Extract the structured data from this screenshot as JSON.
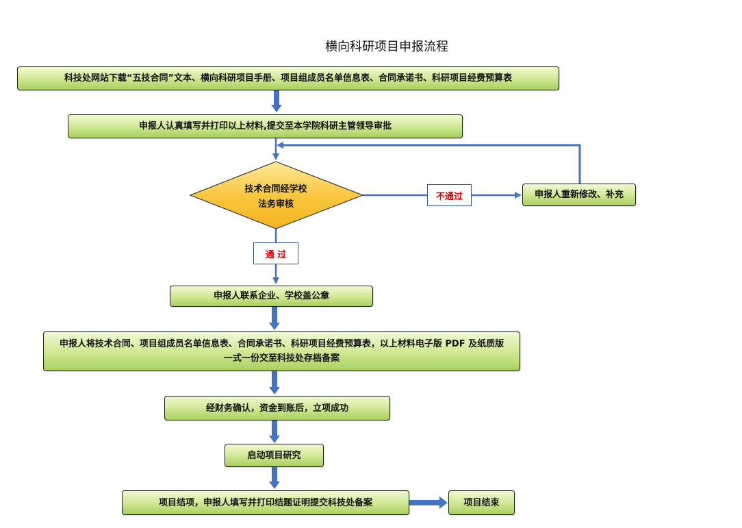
{
  "title": "横向科研项目申报流程",
  "steps": {
    "s1": "科技处网站下载“五技合同”文本、横向科研项目手册、项目组成员名单信息表、合同承诺书、科研项目经费预算表",
    "s2": "申报人认真填写并打印以上材料,提交至本学院科研主管领导审批",
    "decision_line1": "技术合同经学校",
    "decision_line2": "法务审核",
    "reject_label": "不通过",
    "revise": "申报人重新修改、补充",
    "pass_label": "通 过",
    "s3": "申报人联系企业、学校盖公章",
    "s4_line1": "申报人将技术合同、项目组成员名单信息表、合同承诺书、科研项目经费预算表，以上材料电子版 PDF 及纸质版",
    "s4_line2": "一式一份交至科技处存档备案",
    "s5": "经财务确认，资金到账后，立项成功",
    "s6": "启动项目研究",
    "s7": "项目结项，申报人填写并打印结题证明提交科技处备案",
    "end": "项目结束"
  },
  "colors": {
    "arrow": "#4472c4",
    "diamond_fill": "#f9c740",
    "box_fill": "#c5e07a",
    "label_text": "#e00000"
  }
}
